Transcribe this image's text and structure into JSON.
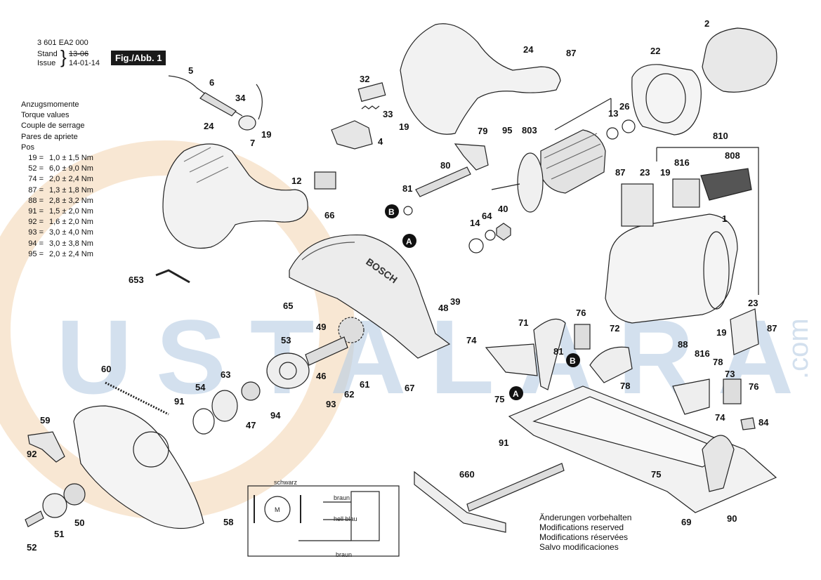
{
  "header": {
    "doc_number": "3 601 EA2 000",
    "stand_label": "Stand",
    "issue_label": "Issue",
    "old_date": "13-06",
    "new_date": "14-01-14",
    "figure": "Fig./Abb. 1"
  },
  "torque_table": {
    "titles": [
      "Anzugsmomente",
      "Torque values",
      "Couple de serrage",
      "Pares de apriete",
      "Pos"
    ],
    "rows": [
      {
        "pos": "19 =",
        "value": "1,0 ± 1,5 Nm"
      },
      {
        "pos": "52 =",
        "value": "6,0 ± 9,0 Nm"
      },
      {
        "pos": "74 =",
        "value": "2,0 ± 2,4 Nm"
      },
      {
        "pos": "87 =",
        "value": "1,3 ± 1,8 Nm"
      },
      {
        "pos": "88 =",
        "value": "2,8 ± 3,2 Nm"
      },
      {
        "pos": "91 =",
        "value": "1,5 ± 2,0 Nm"
      },
      {
        "pos": "92 =",
        "value": "1,6 ± 2,0 Nm"
      },
      {
        "pos": "93 =",
        "value": "3,0 ± 4,0 Nm"
      },
      {
        "pos": "94 =",
        "value": "3,0 ± 3,8 Nm"
      },
      {
        "pos": "95 =",
        "value": "2,0 ± 2,4 Nm"
      }
    ]
  },
  "notice": [
    "Änderungen vorbehalten",
    "Modifications reserved",
    "Modifications réservées",
    "Salvo modificaciones"
  ],
  "watermark": {
    "text": "USTALARA",
    "suffix": ".com",
    "orange": "#f0c89a",
    "blue": "#a9c3de"
  },
  "wiring": {
    "top": "schwarz",
    "braun1": "braun",
    "hellblau": "hell blau",
    "braun2": "braun",
    "motor": "M"
  },
  "guard_brand": "BOSCH",
  "markers": {
    "a": "A",
    "b": "B"
  },
  "part_labels": [
    {
      "id": "5",
      "text": "5"
    },
    {
      "id": "6",
      "text": "6"
    },
    {
      "id": "34",
      "text": "34"
    },
    {
      "id": "24a",
      "text": "24"
    },
    {
      "id": "19a",
      "text": "19"
    },
    {
      "id": "7",
      "text": "7"
    },
    {
      "id": "12",
      "text": "12"
    },
    {
      "id": "32",
      "text": "32"
    },
    {
      "id": "33",
      "text": "33"
    },
    {
      "id": "19b",
      "text": "19"
    },
    {
      "id": "4",
      "text": "4"
    },
    {
      "id": "24b",
      "text": "24"
    },
    {
      "id": "87a",
      "text": "87"
    },
    {
      "id": "22",
      "text": "22"
    },
    {
      "id": "2",
      "text": "2"
    },
    {
      "id": "79",
      "text": "79"
    },
    {
      "id": "95",
      "text": "95"
    },
    {
      "id": "803",
      "text": "803"
    },
    {
      "id": "13",
      "text": "13"
    },
    {
      "id": "26",
      "text": "26"
    },
    {
      "id": "810",
      "text": "810"
    },
    {
      "id": "808",
      "text": "808"
    },
    {
      "id": "80",
      "text": "80"
    },
    {
      "id": "81a",
      "text": "81"
    },
    {
      "id": "87b",
      "text": "87"
    },
    {
      "id": "23a",
      "text": "23"
    },
    {
      "id": "19c",
      "text": "19"
    },
    {
      "id": "816a",
      "text": "816"
    },
    {
      "id": "64",
      "text": "64"
    },
    {
      "id": "40",
      "text": "40"
    },
    {
      "id": "14",
      "text": "14"
    },
    {
      "id": "66",
      "text": "66"
    },
    {
      "id": "1",
      "text": "1"
    },
    {
      "id": "653",
      "text": "653"
    },
    {
      "id": "48",
      "text": "48"
    },
    {
      "id": "39",
      "text": "39"
    },
    {
      "id": "65",
      "text": "65"
    },
    {
      "id": "49",
      "text": "49"
    },
    {
      "id": "76a",
      "text": "76"
    },
    {
      "id": "71",
      "text": "71"
    },
    {
      "id": "72",
      "text": "72"
    },
    {
      "id": "23b",
      "text": "23"
    },
    {
      "id": "87c",
      "text": "87"
    },
    {
      "id": "19d",
      "text": "19"
    },
    {
      "id": "88",
      "text": "88"
    },
    {
      "id": "816b",
      "text": "816"
    },
    {
      "id": "53",
      "text": "53"
    },
    {
      "id": "74a",
      "text": "74"
    },
    {
      "id": "81b",
      "text": "81"
    },
    {
      "id": "60",
      "text": "60"
    },
    {
      "id": "63",
      "text": "63"
    },
    {
      "id": "46",
      "text": "46"
    },
    {
      "id": "62",
      "text": "62"
    },
    {
      "id": "61",
      "text": "61"
    },
    {
      "id": "67",
      "text": "67"
    },
    {
      "id": "78a",
      "text": "78"
    },
    {
      "id": "73",
      "text": "73"
    },
    {
      "id": "76b",
      "text": "76"
    },
    {
      "id": "78b",
      "text": "78"
    },
    {
      "id": "54",
      "text": "54"
    },
    {
      "id": "91a",
      "text": "91"
    },
    {
      "id": "47",
      "text": "47"
    },
    {
      "id": "93",
      "text": "93"
    },
    {
      "id": "94",
      "text": "94"
    },
    {
      "id": "75a",
      "text": "75"
    },
    {
      "id": "74b",
      "text": "74"
    },
    {
      "id": "84",
      "text": "84"
    },
    {
      "id": "59",
      "text": "59"
    },
    {
      "id": "92",
      "text": "92"
    },
    {
      "id": "91b",
      "text": "91"
    },
    {
      "id": "660",
      "text": "660"
    },
    {
      "id": "75b",
      "text": "75"
    },
    {
      "id": "58",
      "text": "58"
    },
    {
      "id": "50",
      "text": "50"
    },
    {
      "id": "51",
      "text": "51"
    },
    {
      "id": "52",
      "text": "52"
    },
    {
      "id": "69",
      "text": "69"
    },
    {
      "id": "90",
      "text": "90"
    }
  ]
}
